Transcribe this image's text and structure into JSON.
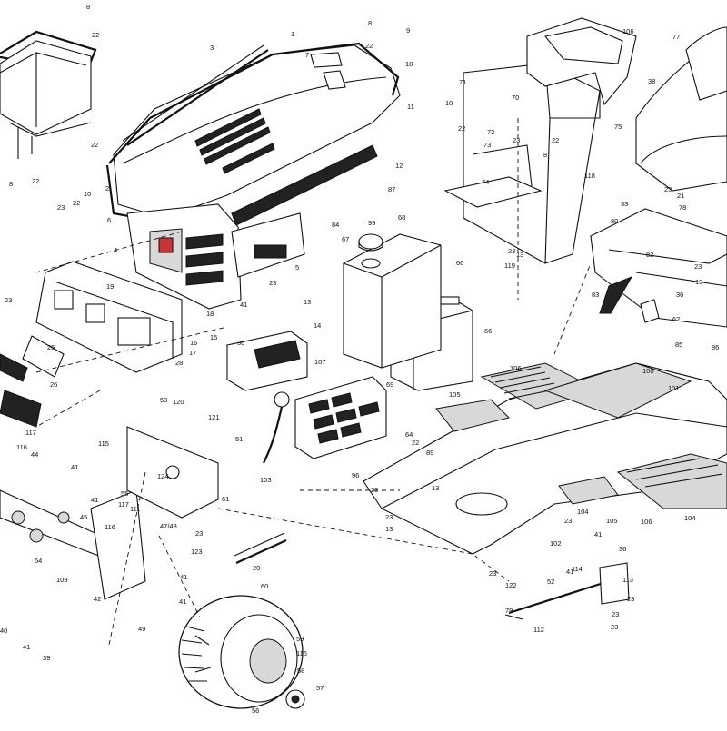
{
  "diagram": {
    "callouts": [
      {
        "id": "c1",
        "text": "1"
      },
      {
        "id": "c2",
        "text": "2"
      },
      {
        "id": "c3",
        "text": "3"
      },
      {
        "id": "c4",
        "text": "4"
      },
      {
        "id": "c5",
        "text": "5"
      },
      {
        "id": "c6",
        "text": "6"
      },
      {
        "id": "c7",
        "text": "7"
      },
      {
        "id": "c8a",
        "text": "8"
      },
      {
        "id": "c8b",
        "text": "8"
      },
      {
        "id": "c8c",
        "text": "8"
      },
      {
        "id": "c8d",
        "text": "8"
      },
      {
        "id": "c9",
        "text": "9"
      },
      {
        "id": "c10a",
        "text": "10"
      },
      {
        "id": "c10b",
        "text": "10"
      },
      {
        "id": "c10c",
        "text": "10"
      },
      {
        "id": "c11",
        "text": "11"
      },
      {
        "id": "c12",
        "text": "12"
      },
      {
        "id": "c13a",
        "text": "13"
      },
      {
        "id": "c13b",
        "text": "13"
      },
      {
        "id": "c13c",
        "text": "13"
      },
      {
        "id": "c13d",
        "text": "13"
      },
      {
        "id": "c13e",
        "text": "13"
      },
      {
        "id": "c14",
        "text": "14"
      },
      {
        "id": "c15",
        "text": "15"
      },
      {
        "id": "c16",
        "text": "16"
      },
      {
        "id": "c17",
        "text": "17"
      },
      {
        "id": "c18",
        "text": "18"
      },
      {
        "id": "c19",
        "text": "19"
      },
      {
        "id": "c20",
        "text": "20"
      },
      {
        "id": "c21",
        "text": "21"
      },
      {
        "id": "c22a",
        "text": "22"
      },
      {
        "id": "c22b",
        "text": "22"
      },
      {
        "id": "c22c",
        "text": "22"
      },
      {
        "id": "c22d",
        "text": "22"
      },
      {
        "id": "c22e",
        "text": "22"
      },
      {
        "id": "c22f",
        "text": "22"
      },
      {
        "id": "c22g",
        "text": "22"
      },
      {
        "id": "c22h",
        "text": "22"
      },
      {
        "id": "c23a",
        "text": "23"
      },
      {
        "id": "c23b",
        "text": "23"
      },
      {
        "id": "c23c",
        "text": "23"
      },
      {
        "id": "c23d",
        "text": "23"
      },
      {
        "id": "c23e",
        "text": "23"
      },
      {
        "id": "c23f",
        "text": "23"
      },
      {
        "id": "c23g",
        "text": "23"
      },
      {
        "id": "c23h",
        "text": "23"
      },
      {
        "id": "c23i",
        "text": "23"
      },
      {
        "id": "c23j",
        "text": "23"
      },
      {
        "id": "c23k",
        "text": "23"
      },
      {
        "id": "c23l",
        "text": "23"
      },
      {
        "id": "c23m",
        "text": "23"
      },
      {
        "id": "c23n",
        "text": "23"
      },
      {
        "id": "c23o",
        "text": "23"
      },
      {
        "id": "c25",
        "text": "25"
      },
      {
        "id": "c26",
        "text": "26"
      },
      {
        "id": "c28",
        "text": "28"
      },
      {
        "id": "c33",
        "text": "33"
      },
      {
        "id": "c36a",
        "text": "36"
      },
      {
        "id": "c36b",
        "text": "36"
      },
      {
        "id": "c36c",
        "text": "36"
      },
      {
        "id": "c38",
        "text": "38"
      },
      {
        "id": "c39",
        "text": "39"
      },
      {
        "id": "c40",
        "text": "40"
      },
      {
        "id": "c41a",
        "text": "41"
      },
      {
        "id": "c41b",
        "text": "41"
      },
      {
        "id": "c41c",
        "text": "41"
      },
      {
        "id": "c41d",
        "text": "41"
      },
      {
        "id": "c41e",
        "text": "41"
      },
      {
        "id": "c41f",
        "text": "41"
      },
      {
        "id": "c41g",
        "text": "41"
      },
      {
        "id": "c41h",
        "text": "41"
      },
      {
        "id": "c42",
        "text": "42"
      },
      {
        "id": "c44",
        "text": "44"
      },
      {
        "id": "c45",
        "text": "45"
      },
      {
        "id": "c4748",
        "text": "47/48"
      },
      {
        "id": "c49",
        "text": "49"
      },
      {
        "id": "c51",
        "text": "51"
      },
      {
        "id": "c52",
        "text": "52"
      },
      {
        "id": "c53",
        "text": "53"
      },
      {
        "id": "c54",
        "text": "54"
      },
      {
        "id": "c55",
        "text": "55"
      },
      {
        "id": "c56",
        "text": "56"
      },
      {
        "id": "c57",
        "text": "57"
      },
      {
        "id": "c58",
        "text": "58"
      },
      {
        "id": "c59",
        "text": "59"
      },
      {
        "id": "c60",
        "text": "60"
      },
      {
        "id": "c61",
        "text": "61"
      },
      {
        "id": "c62",
        "text": "62"
      },
      {
        "id": "c64",
        "text": "64"
      },
      {
        "id": "c66a",
        "text": "66"
      },
      {
        "id": "c66b",
        "text": "66"
      },
      {
        "id": "c67",
        "text": "67"
      },
      {
        "id": "c68",
        "text": "68"
      },
      {
        "id": "c69",
        "text": "69"
      },
      {
        "id": "c70",
        "text": "70"
      },
      {
        "id": "c71",
        "text": "71"
      },
      {
        "id": "c72",
        "text": "72"
      },
      {
        "id": "c73",
        "text": "73"
      },
      {
        "id": "c74",
        "text": "74"
      },
      {
        "id": "c75",
        "text": "75"
      },
      {
        "id": "c77",
        "text": "77"
      },
      {
        "id": "c78",
        "text": "78"
      },
      {
        "id": "c79",
        "text": "79"
      },
      {
        "id": "c80",
        "text": "80"
      },
      {
        "id": "c82",
        "text": "82"
      },
      {
        "id": "c83",
        "text": "83"
      },
      {
        "id": "c84",
        "text": "84"
      },
      {
        "id": "c85",
        "text": "85"
      },
      {
        "id": "c86",
        "text": "86"
      },
      {
        "id": "c87",
        "text": "87"
      },
      {
        "id": "c89",
        "text": "89"
      },
      {
        "id": "c96",
        "text": "96"
      },
      {
        "id": "c99",
        "text": "99"
      },
      {
        "id": "c100",
        "text": "100"
      },
      {
        "id": "c101",
        "text": "101"
      },
      {
        "id": "c102",
        "text": "102"
      },
      {
        "id": "c103",
        "text": "103"
      },
      {
        "id": "c104a",
        "text": "104"
      },
      {
        "id": "c104b",
        "text": "104"
      },
      {
        "id": "c105a",
        "text": "105"
      },
      {
        "id": "c105b",
        "text": "105"
      },
      {
        "id": "c106a",
        "text": "106"
      },
      {
        "id": "c106b",
        "text": "106"
      },
      {
        "id": "c106c",
        "text": "106"
      },
      {
        "id": "c107",
        "text": "107"
      },
      {
        "id": "c109",
        "text": "109"
      },
      {
        "id": "c111",
        "text": "111"
      },
      {
        "id": "c112",
        "text": "112"
      },
      {
        "id": "c113",
        "text": "113"
      },
      {
        "id": "c114",
        "text": "114"
      },
      {
        "id": "c115",
        "text": "115"
      },
      {
        "id": "c116a",
        "text": "116"
      },
      {
        "id": "c116b",
        "text": "116"
      },
      {
        "id": "c116c",
        "text": "116"
      },
      {
        "id": "c117a",
        "text": "117"
      },
      {
        "id": "c117b",
        "text": "117"
      },
      {
        "id": "c118",
        "text": "118"
      },
      {
        "id": "c119",
        "text": "119"
      },
      {
        "id": "c120",
        "text": "120"
      },
      {
        "id": "c121",
        "text": "121"
      },
      {
        "id": "c122",
        "text": "122"
      },
      {
        "id": "c123",
        "text": "123"
      },
      {
        "id": "c124",
        "text": "124"
      }
    ]
  }
}
